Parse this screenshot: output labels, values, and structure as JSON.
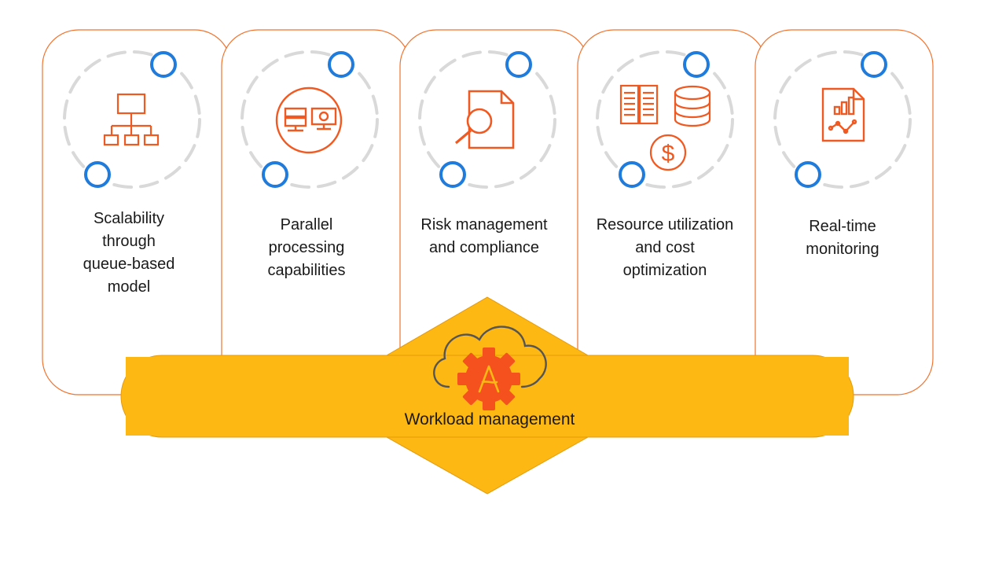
{
  "features": [
    {
      "label_lines": [
        "Scalability",
        "through",
        "queue-based",
        "model"
      ],
      "icon": "hierarchy-icon"
    },
    {
      "label_lines": [
        "Parallel",
        "processing",
        "capabilities"
      ],
      "icon": "server-monitor-icon"
    },
    {
      "label_lines": [
        "Risk management",
        "and compliance"
      ],
      "icon": "document-search-icon"
    },
    {
      "label_lines": [
        "Resource utilization",
        "and cost",
        "optimization"
      ],
      "icon": "server-database-dollar-icon"
    },
    {
      "label_lines": [
        "Real-time",
        "monitoring"
      ],
      "icon": "report-chart-icon"
    }
  ],
  "banner": {
    "label": "Workload management",
    "icon": "cloud-gear-icon"
  },
  "colors": {
    "accent": "#F05A22",
    "card_border": "#F0742F",
    "banner_fill": "#FDB813",
    "banner_border": "#E59A0A",
    "dash_ring": "#D9D9D9",
    "ring": "#1F7BDC",
    "gear": "#F4511E"
  }
}
